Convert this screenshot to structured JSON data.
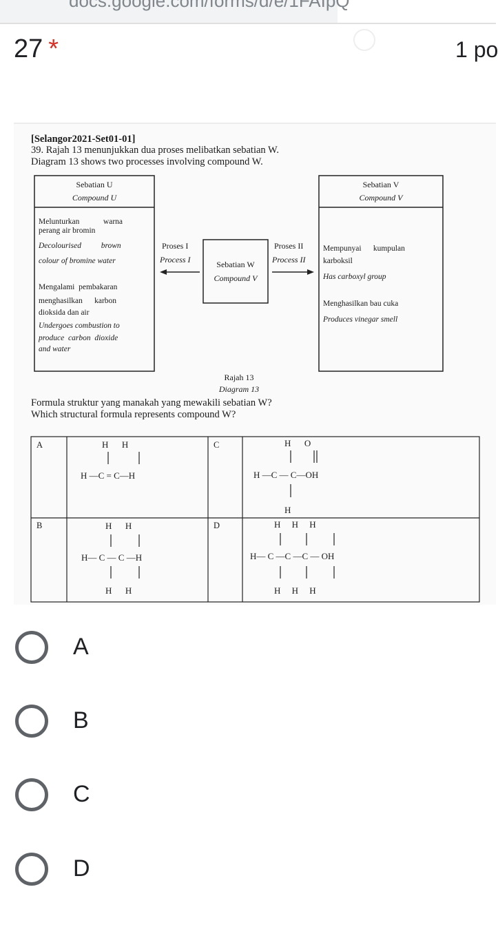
{
  "browser": {
    "url_text": "docs.google.com/forms/d/e/1FAIpQ"
  },
  "question": {
    "number": "27",
    "required_mark": "*",
    "points": "1 po"
  },
  "image": {
    "source": "[Selangor2021-Set01-01]",
    "stem_ms": "39. Rajah 13 menunjukkan dua proses melibatkan sebatian W.",
    "stem_en": "Diagram 13 shows two processes involving compound W.",
    "box_u": {
      "title_ms": "Sebatian U",
      "title_en": "Compound U",
      "lines": [
        "Melunturkan            warna",
        "perang air bromin",
        "Decolourised          brown",
        "colour of bromine water",
        "Mengalami  pembakaran",
        "menghasilkan      karbon",
        "dioksida dan air",
        "Undergoes combustion to",
        "produce  carbon  dioxide",
        "and water"
      ]
    },
    "box_v": {
      "title_ms": "Sebatian V",
      "title_en": "Compound V",
      "lines": [
        "Mempunyai      kumpulan",
        "karboksil",
        "Has carboxyl group",
        "Menghasilkan bau cuka",
        "Produces vinegar smell"
      ]
    },
    "box_w": {
      "title_ms": "Sebatian W",
      "title_en": "Compound V"
    },
    "process1": {
      "ms": "Proses I",
      "en": "Process I"
    },
    "process2": {
      "ms": "Proses II",
      "en": "Process II"
    },
    "caption_ms": "Rajah 13",
    "caption_en": "Diagram 13",
    "ask_ms": "Formula struktur yang manakah yang mewakili sebatian W?",
    "ask_en": "Which structural formula represents compound W?",
    "table": {
      "labels": [
        "A",
        "B",
        "C",
        "D"
      ],
      "a": {
        "top": "H      H",
        "mid": "H —C = C—H"
      },
      "b": {
        "top": "H      H",
        "mid": "H— C — C —H",
        "bot": "H      H"
      },
      "c": {
        "top": "H      O",
        "mid": "H —C — C—OH",
        "bot": "H"
      },
      "d": {
        "top": "H     H     H",
        "mid": "H— C —C —C — OH",
        "bot": "H     H     H"
      }
    }
  },
  "options": [
    {
      "label": "A"
    },
    {
      "label": "B"
    },
    {
      "label": "C"
    },
    {
      "label": "D"
    }
  ],
  "colors": {
    "required": "#d93025",
    "radio": "#5f6368"
  }
}
